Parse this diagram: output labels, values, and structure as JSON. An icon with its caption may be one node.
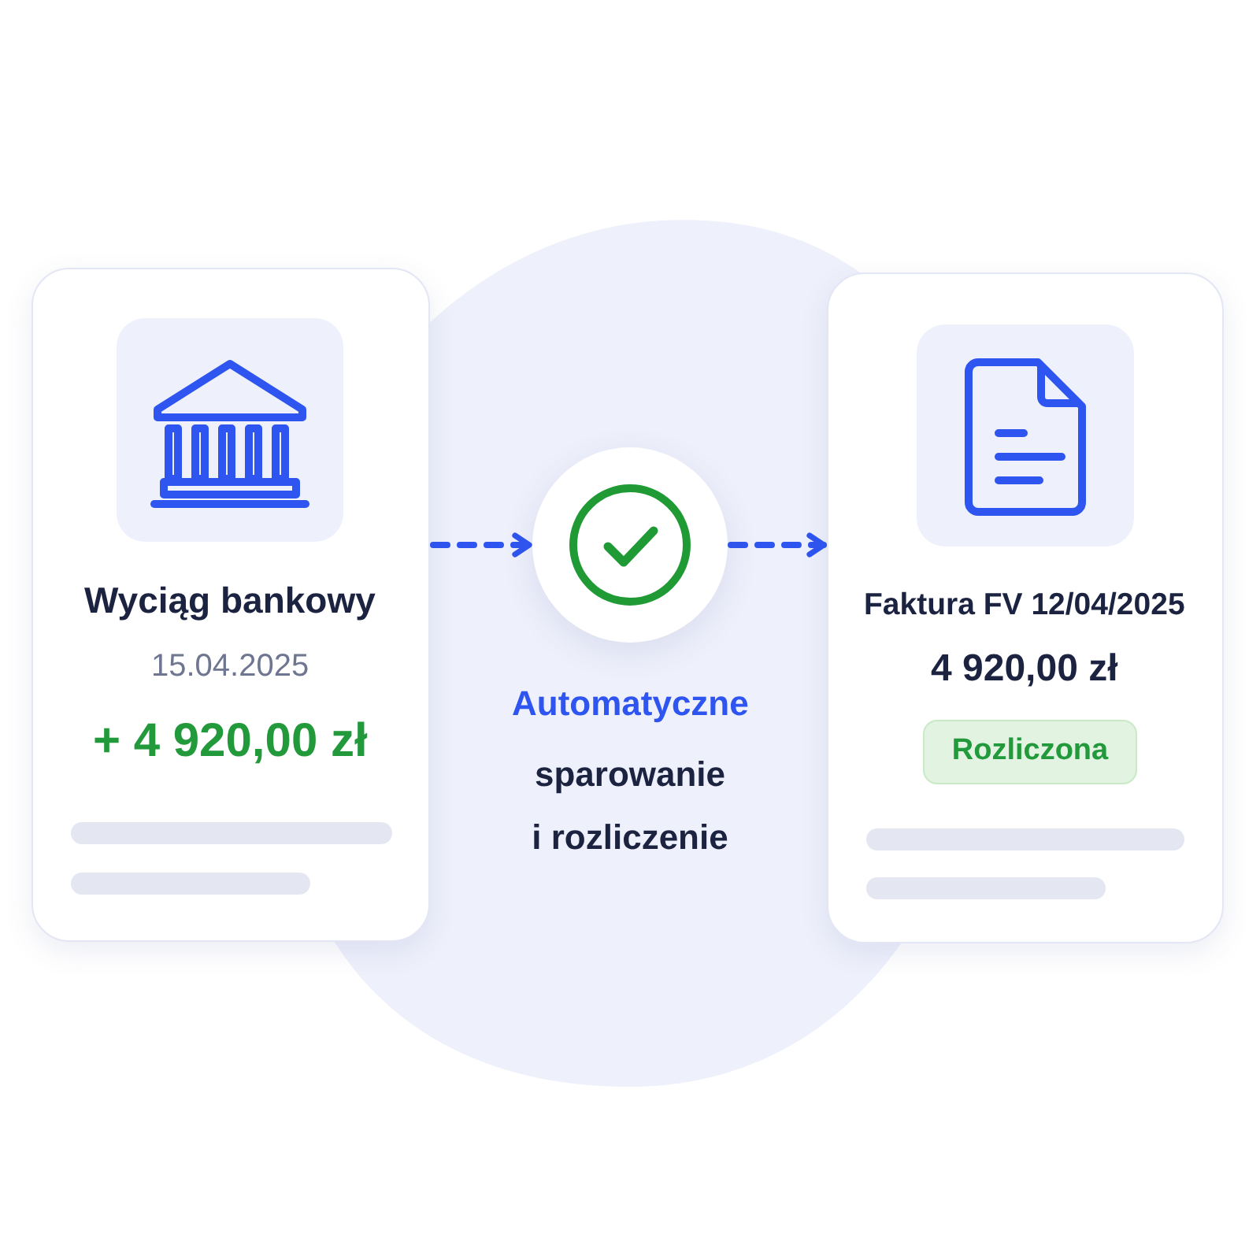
{
  "diagram": {
    "nodes": [
      {
        "text": [
          "Wyciąg bankowy",
          "15.04.2025",
          "+ 4 920,00 zł"
        ]
      },
      {
        "text": [],
        "shape": "circle",
        "beside": [
          "Automatyczne",
          "sparowanie i rozliczenie"
        ]
      },
      {
        "text": [
          "Faktura FV 12/04/2025",
          "4 920,00 zł"
        ]
      },
      {
        "text": [
          "Rozliczona"
        ],
        "in": 2
      }
    ],
    "edges": [
      {
        "from": 0,
        "to": 1,
        "arrow": "to",
        "style": "dashed"
      },
      {
        "from": 1,
        "to": 2,
        "arrow": "to",
        "style": "dashed"
      }
    ]
  }
}
